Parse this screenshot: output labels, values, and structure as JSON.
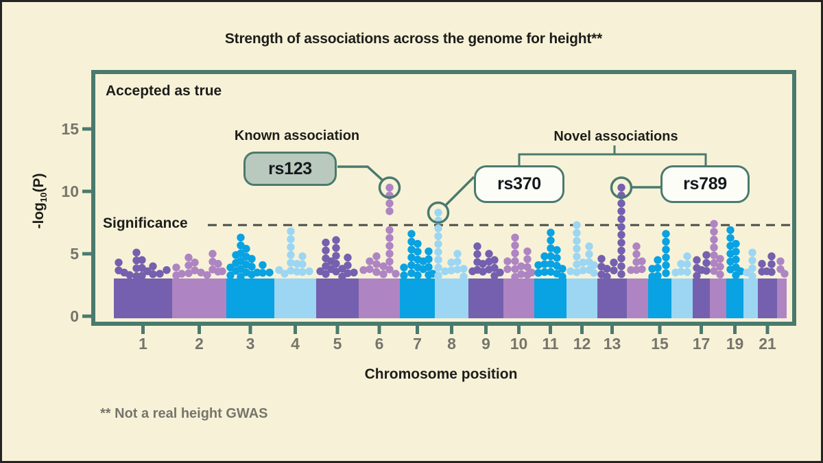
{
  "page": {
    "background_color": "#f7f2d7",
    "frame_color": "#4a7a6e",
    "text_dark": "#1d1d1b",
    "text_gray": "#75756c",
    "footnote": "** Not a real height GWAS"
  },
  "chart_data": {
    "type": "scatter",
    "variant": "manhattan",
    "title": "Strength of associations across the genome for height**",
    "xlabel": "Chromosome position",
    "ylabel": "-log10(P)",
    "ylabel_parts": {
      "prefix": "-log",
      "sub": "10",
      "suffix": "(P)"
    },
    "yticks": [
      0,
      5,
      10,
      15
    ],
    "ylim": [
      0,
      20
    ],
    "grid": false,
    "significance": {
      "label": "Significance",
      "value": 7.3,
      "line_color": "#4a4e45"
    },
    "accepted_region_label": "Accepted as true",
    "block_top_value": 3.0,
    "palette": {
      "purple": "#7460ae",
      "mauve": "#ae85c2",
      "blue": "#09a2e2",
      "lightblue": "#9cd6f3"
    },
    "x_tick_labeled_chromosomes": [
      1,
      2,
      3,
      4,
      5,
      6,
      7,
      8,
      9,
      10,
      11,
      12,
      13,
      15,
      17,
      19,
      21
    ],
    "annotations": {
      "known_heading": "Known association",
      "novel_heading": "Novel associations",
      "known_box_fill": "#b9c9bd",
      "novel_box_fill": "#fdfdf8",
      "snps": [
        {
          "id": "rs123",
          "kind": "known",
          "chr": 6,
          "x": 565,
          "value": 10.3
        },
        {
          "id": "rs370",
          "kind": "novel",
          "chr": 8,
          "x": 636,
          "value": 8.3
        },
        {
          "id": "rs789",
          "kind": "novel",
          "chr": 13,
          "x": 903,
          "value": 10.3
        }
      ]
    },
    "chromosomes": [
      {
        "chr": 1,
        "color": "purple",
        "x0": 163,
        "x1": 248,
        "columns": [
          [
            170,
            4.3
          ],
          [
            178,
            3.5
          ],
          [
            186,
            3.3
          ],
          [
            196,
            5.1
          ],
          [
            204,
            4.5
          ],
          [
            212,
            3.6
          ],
          [
            220,
            4.0
          ],
          [
            230,
            3.4
          ],
          [
            240,
            3.7
          ]
        ]
      },
      {
        "chr": 2,
        "color": "mauve",
        "x0": 248,
        "x1": 327,
        "columns": [
          [
            254,
            3.9
          ],
          [
            262,
            3.4
          ],
          [
            272,
            4.7
          ],
          [
            281,
            4.3
          ],
          [
            290,
            3.5
          ],
          [
            299,
            3.3
          ],
          [
            307,
            5.0
          ],
          [
            315,
            4.2
          ],
          [
            321,
            3.6
          ]
        ]
      },
      {
        "chr": 3,
        "color": "blue",
        "x0": 327,
        "x1": 397,
        "columns": [
          [
            333,
            3.9
          ],
          [
            341,
            4.9
          ],
          [
            348,
            6.3
          ],
          [
            356,
            5.4
          ],
          [
            364,
            4.6
          ],
          [
            372,
            3.5
          ],
          [
            380,
            4.1
          ],
          [
            390,
            3.5
          ]
        ]
      },
      {
        "chr": 4,
        "color": "lightblue",
        "x0": 397,
        "x1": 458,
        "columns": [
          [
            404,
            3.7
          ],
          [
            412,
            3.4
          ],
          [
            421,
            6.8
          ],
          [
            430,
            4.2
          ],
          [
            438,
            4.8
          ],
          [
            448,
            3.6
          ]
        ]
      },
      {
        "chr": 5,
        "color": "purple",
        "x0": 458,
        "x1": 520,
        "columns": [
          [
            464,
            3.6
          ],
          [
            472,
            5.9
          ],
          [
            480,
            4.4
          ],
          [
            487,
            6.1
          ],
          [
            496,
            3.8
          ],
          [
            504,
            4.7
          ],
          [
            513,
            3.5
          ]
        ]
      },
      {
        "chr": 6,
        "color": "mauve",
        "x0": 520,
        "x1": 580,
        "columns": [
          [
            527,
            3.7
          ],
          [
            536,
            4.4
          ],
          [
            546,
            4.8
          ],
          [
            556,
            4.0
          ],
          [
            565,
            6.9
          ],
          [
            565,
            10.3,
            8.4
          ],
          [
            574,
            3.4
          ]
        ]
      },
      {
        "chr": 7,
        "color": "blue",
        "x0": 580,
        "x1": 631,
        "columns": [
          [
            586,
            3.9
          ],
          [
            597,
            6.6
          ],
          [
            606,
            5.8
          ],
          [
            614,
            4.4
          ],
          [
            622,
            5.2
          ],
          [
            628,
            3.4
          ]
        ]
      },
      {
        "chr": 8,
        "color": "lightblue",
        "x0": 631,
        "x1": 680,
        "columns": [
          [
            636,
            8.3
          ],
          [
            646,
            3.6
          ],
          [
            655,
            4.3
          ],
          [
            664,
            5.0
          ],
          [
            673,
            3.8
          ]
        ]
      },
      {
        "chr": 9,
        "color": "purple",
        "x0": 680,
        "x1": 731,
        "columns": [
          [
            686,
            3.6
          ],
          [
            693,
            5.6
          ],
          [
            701,
            4.2
          ],
          [
            710,
            5.0
          ],
          [
            718,
            4.5
          ],
          [
            726,
            3.5
          ]
        ]
      },
      {
        "chr": 10,
        "color": "mauve",
        "x0": 731,
        "x1": 776,
        "columns": [
          [
            737,
            4.4
          ],
          [
            748,
            6.3
          ],
          [
            757,
            4.0
          ],
          [
            766,
            5.2
          ],
          [
            772,
            3.5
          ]
        ]
      },
      {
        "chr": 11,
        "color": "blue",
        "x0": 776,
        "x1": 823,
        "columns": [
          [
            782,
            4.1
          ],
          [
            791,
            4.8
          ],
          [
            800,
            6.7
          ],
          [
            809,
            5.3
          ],
          [
            817,
            3.8
          ]
        ]
      },
      {
        "chr": 12,
        "color": "lightblue",
        "x0": 823,
        "x1": 868,
        "columns": [
          [
            829,
            3.6
          ],
          [
            838,
            7.3
          ],
          [
            847,
            4.3
          ],
          [
            856,
            5.6
          ],
          [
            863,
            4.1
          ]
        ]
      },
      {
        "chr": 13,
        "color": "purple",
        "x0": 868,
        "x1": 911,
        "columns": [
          [
            874,
            4.6
          ],
          [
            882,
            3.8
          ],
          [
            892,
            4.3
          ],
          [
            903,
            10.3
          ]
        ]
      },
      {
        "chr": 14,
        "color": "mauve",
        "x0": 911,
        "x1": 942,
        "columns": [
          [
            917,
            3.7
          ],
          [
            925,
            5.6
          ],
          [
            933,
            4.4
          ]
        ]
      },
      {
        "chr": 15,
        "color": "blue",
        "x0": 942,
        "x1": 976,
        "columns": [
          [
            948,
            3.8
          ],
          [
            956,
            4.5
          ],
          [
            968,
            6.6
          ]
        ]
      },
      {
        "chr": 16,
        "color": "lightblue",
        "x0": 976,
        "x1": 1007,
        "columns": [
          [
            982,
            3.5
          ],
          [
            990,
            4.2
          ],
          [
            999,
            4.8
          ]
        ]
      },
      {
        "chr": 17,
        "color": "purple",
        "x0": 1007,
        "x1": 1032,
        "columns": [
          [
            1013,
            4.5
          ],
          [
            1020,
            3.7
          ],
          [
            1027,
            4.9
          ]
        ]
      },
      {
        "chr": 18,
        "color": "mauve",
        "x0": 1032,
        "x1": 1056,
        "columns": [
          [
            1038,
            7.4
          ],
          [
            1047,
            4.6
          ]
        ]
      },
      {
        "chr": 19,
        "color": "blue",
        "x0": 1056,
        "x1": 1081,
        "columns": [
          [
            1062,
            6.9
          ],
          [
            1070,
            5.8
          ],
          [
            1077,
            3.6
          ]
        ]
      },
      {
        "chr": 20,
        "color": "lightblue",
        "x0": 1081,
        "x1": 1102,
        "columns": [
          [
            1086,
            3.5
          ],
          [
            1094,
            5.1
          ]
        ]
      },
      {
        "chr": 21,
        "color": "purple",
        "x0": 1102,
        "x1": 1130,
        "columns": [
          [
            1108,
            4.2
          ],
          [
            1115,
            3.6
          ],
          [
            1122,
            4.8
          ]
        ]
      },
      {
        "chr": 22,
        "color": "mauve",
        "x0": 1130,
        "x1": 1144,
        "columns": [
          [
            1135,
            4.4
          ],
          [
            1141,
            3.4
          ]
        ]
      }
    ]
  }
}
